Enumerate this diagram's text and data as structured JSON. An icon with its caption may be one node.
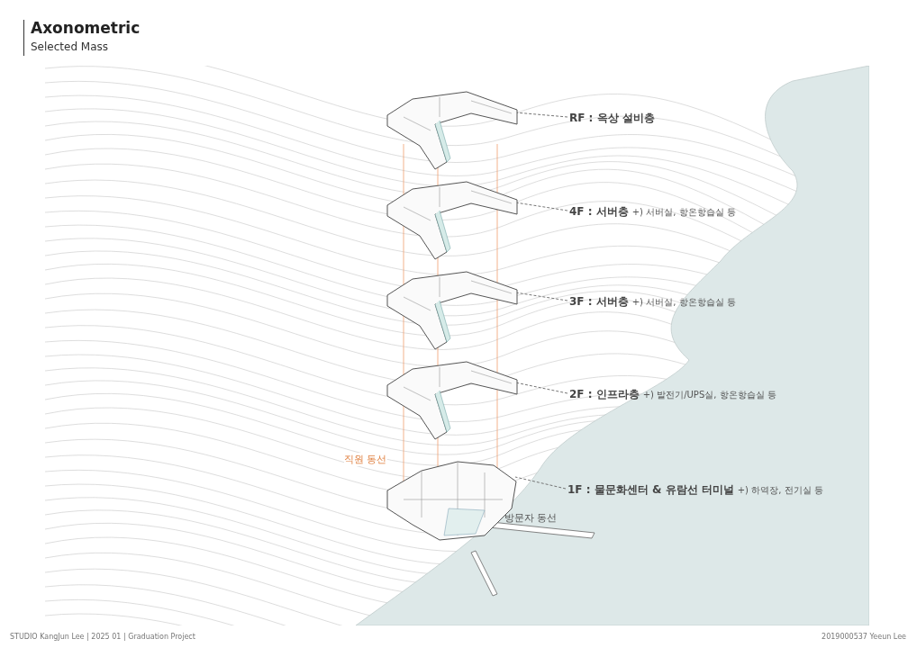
{
  "diagram": {
    "title": "Axonometric",
    "nodes": [
      {
        "text": [],
        "shape": "picture"
      },
      {
        "text": [
          "RF : 옥상 설비층"
        ]
      },
      {
        "text": [],
        "shape": "picture"
      },
      {
        "text": [
          "4F : 서버층",
          "+) 서버실, 항온항습실 등"
        ]
      },
      {
        "text": [],
        "shape": "picture"
      },
      {
        "text": [
          "3F : 서버층",
          "+) 서버실, 항온항습실 등"
        ]
      },
      {
        "text": [],
        "shape": "picture"
      },
      {
        "text": [
          "2F : 인프라층",
          "+) 발전기/UPS실, 항온항습실 등"
        ]
      },
      {
        "text": [],
        "shape": "picture"
      },
      {
        "text": [
          "1F : 물문화센터 & 유람선 터미널",
          "+) 하역장, 전기실 등"
        ]
      }
    ],
    "edges": [
      {
        "from": 1,
        "to": 0,
        "arrow": "none",
        "style": "dashed"
      },
      {
        "from": 3,
        "to": 2,
        "arrow": "none",
        "style": "dashed"
      },
      {
        "from": 5,
        "to": 4,
        "arrow": "none",
        "style": "dashed"
      },
      {
        "from": 7,
        "to": 6,
        "arrow": "none",
        "style": "dashed"
      },
      {
        "from": 9,
        "to": 8,
        "arrow": "none",
        "style": "dashed"
      }
    ],
    "labels": [
      "Selected Mass",
      "직원 동선",
      "방문자 동선",
      "STUDIO KangJun Lee | 2025 01 | Graduation Project",
      "2019000537 Yeeun Lee"
    ]
  }
}
